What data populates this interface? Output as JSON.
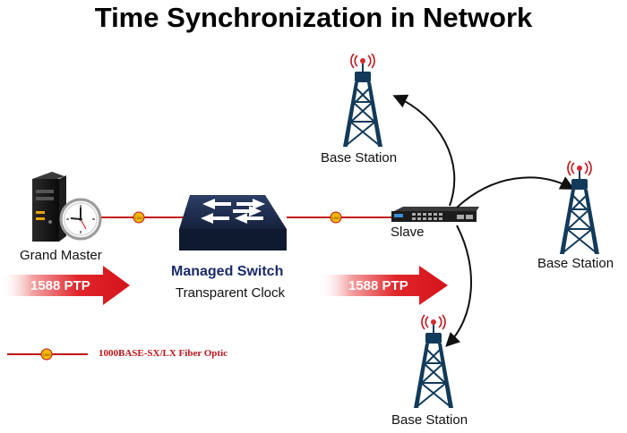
{
  "title": "Time Synchronization in Network",
  "nodes": {
    "grand_master": "Grand Master",
    "switch_title": "Managed Switch",
    "switch_subtitle": "Transparent Clock",
    "slave": "Slave",
    "base_station_top": "Base Station",
    "base_station_right": "Base Station",
    "base_station_bottom": "Base Station"
  },
  "arrows": {
    "ptp_left": "1588 PTP",
    "ptp_right": "1588 PTP"
  },
  "fiber_badges": [
    "1000",
    "1000"
  ],
  "legend": {
    "badge": "1000",
    "text": "1000BASE-SX/LX Fiber Optic"
  },
  "colors": {
    "fiber": "#c0141b",
    "badge": "#f2b705",
    "tower": "#123a5a",
    "switch_title": "#1a2a6c"
  },
  "icons": [
    "server-icon",
    "clock-icon",
    "switch-icon",
    "slave-switch-icon",
    "tower-icon"
  ]
}
